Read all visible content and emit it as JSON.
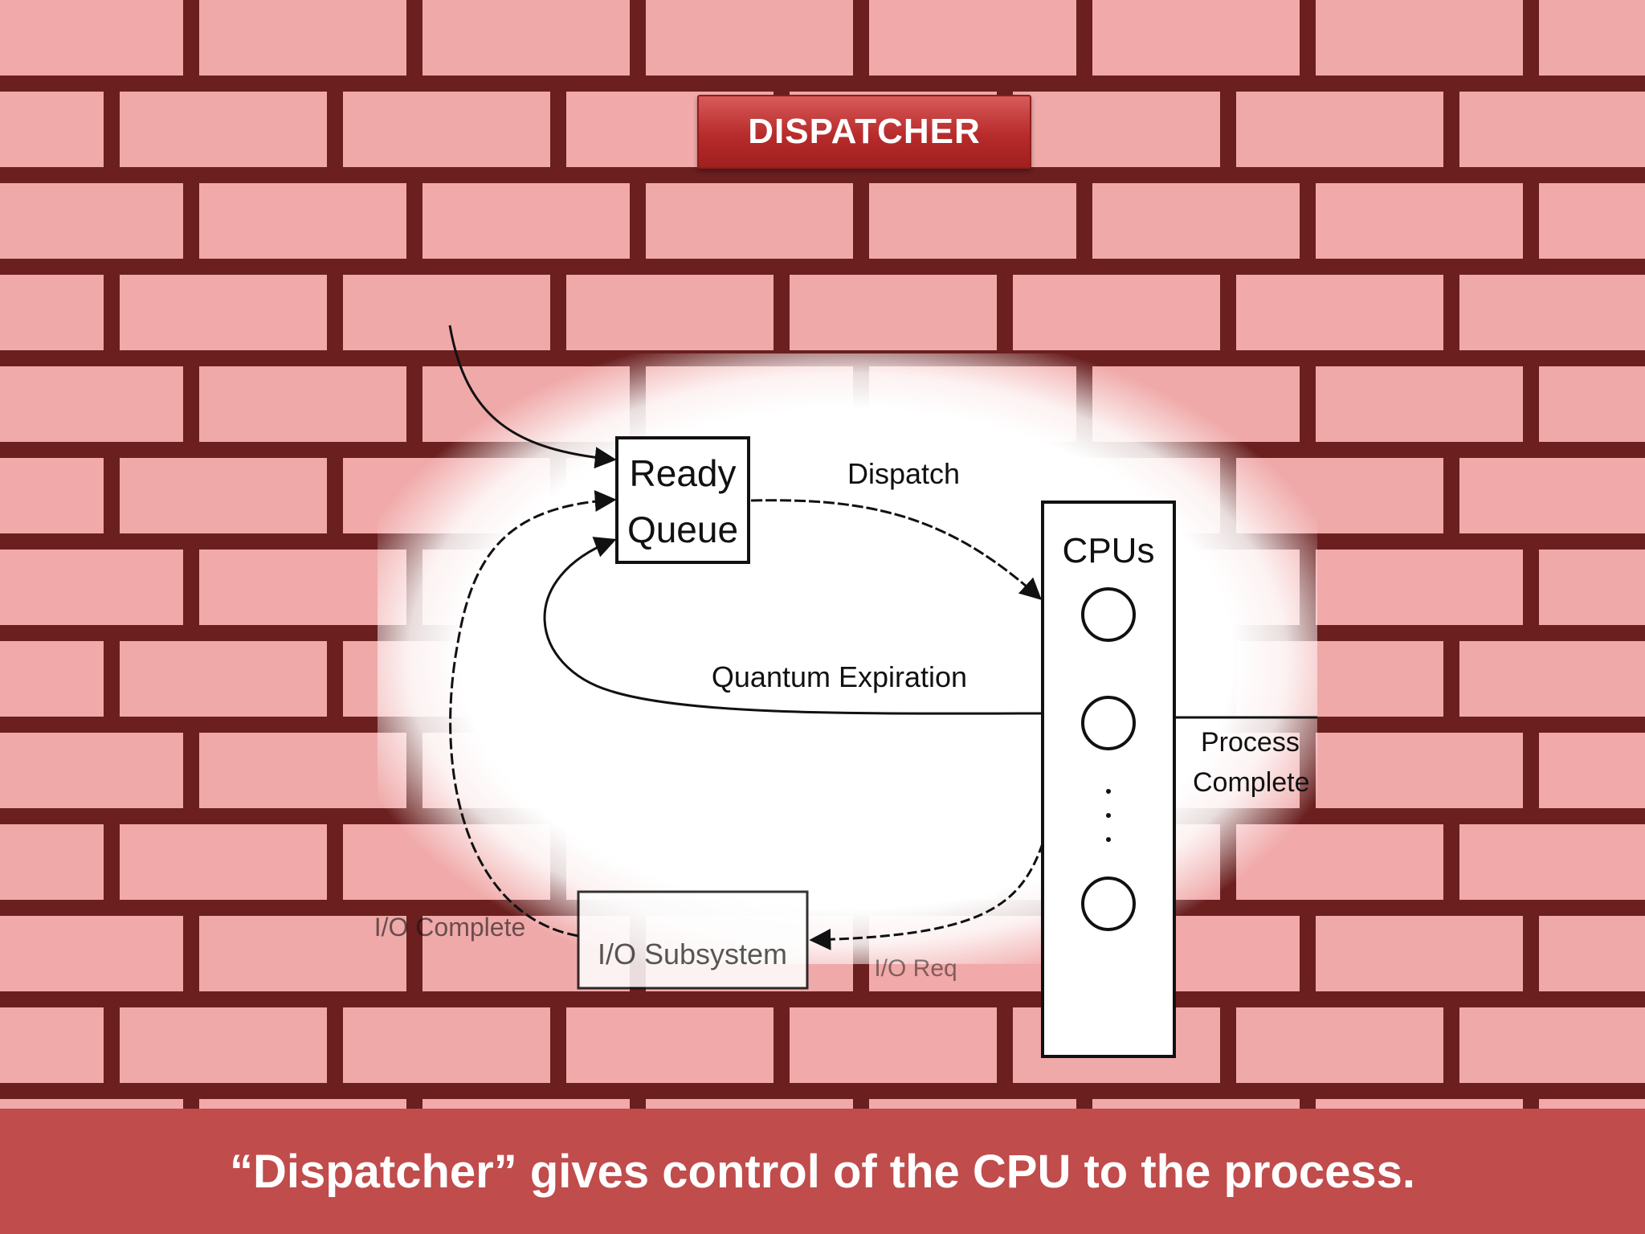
{
  "slide": {
    "title": "DISPATCHER",
    "caption": "“Dispatcher” gives control of the CPU to the process."
  },
  "diagram": {
    "nodes": {
      "ready_queue_line1": "Ready",
      "ready_queue_line2": "Queue",
      "cpus": "CPUs",
      "io_subsystem": "I/O Subsystem"
    },
    "edges": {
      "dispatch": "Dispatch",
      "quantum_expiration": "Quantum Expiration",
      "process_complete_line1": "Process",
      "process_complete_line2": "Complete",
      "io_complete": "I/O Complete",
      "io_request": "I/O Req"
    }
  },
  "colors": {
    "brick": "#f0a9a9",
    "mortar": "#6b1f1f",
    "title_badge": "#b72b2b",
    "caption_bar": "#c04c4c"
  }
}
